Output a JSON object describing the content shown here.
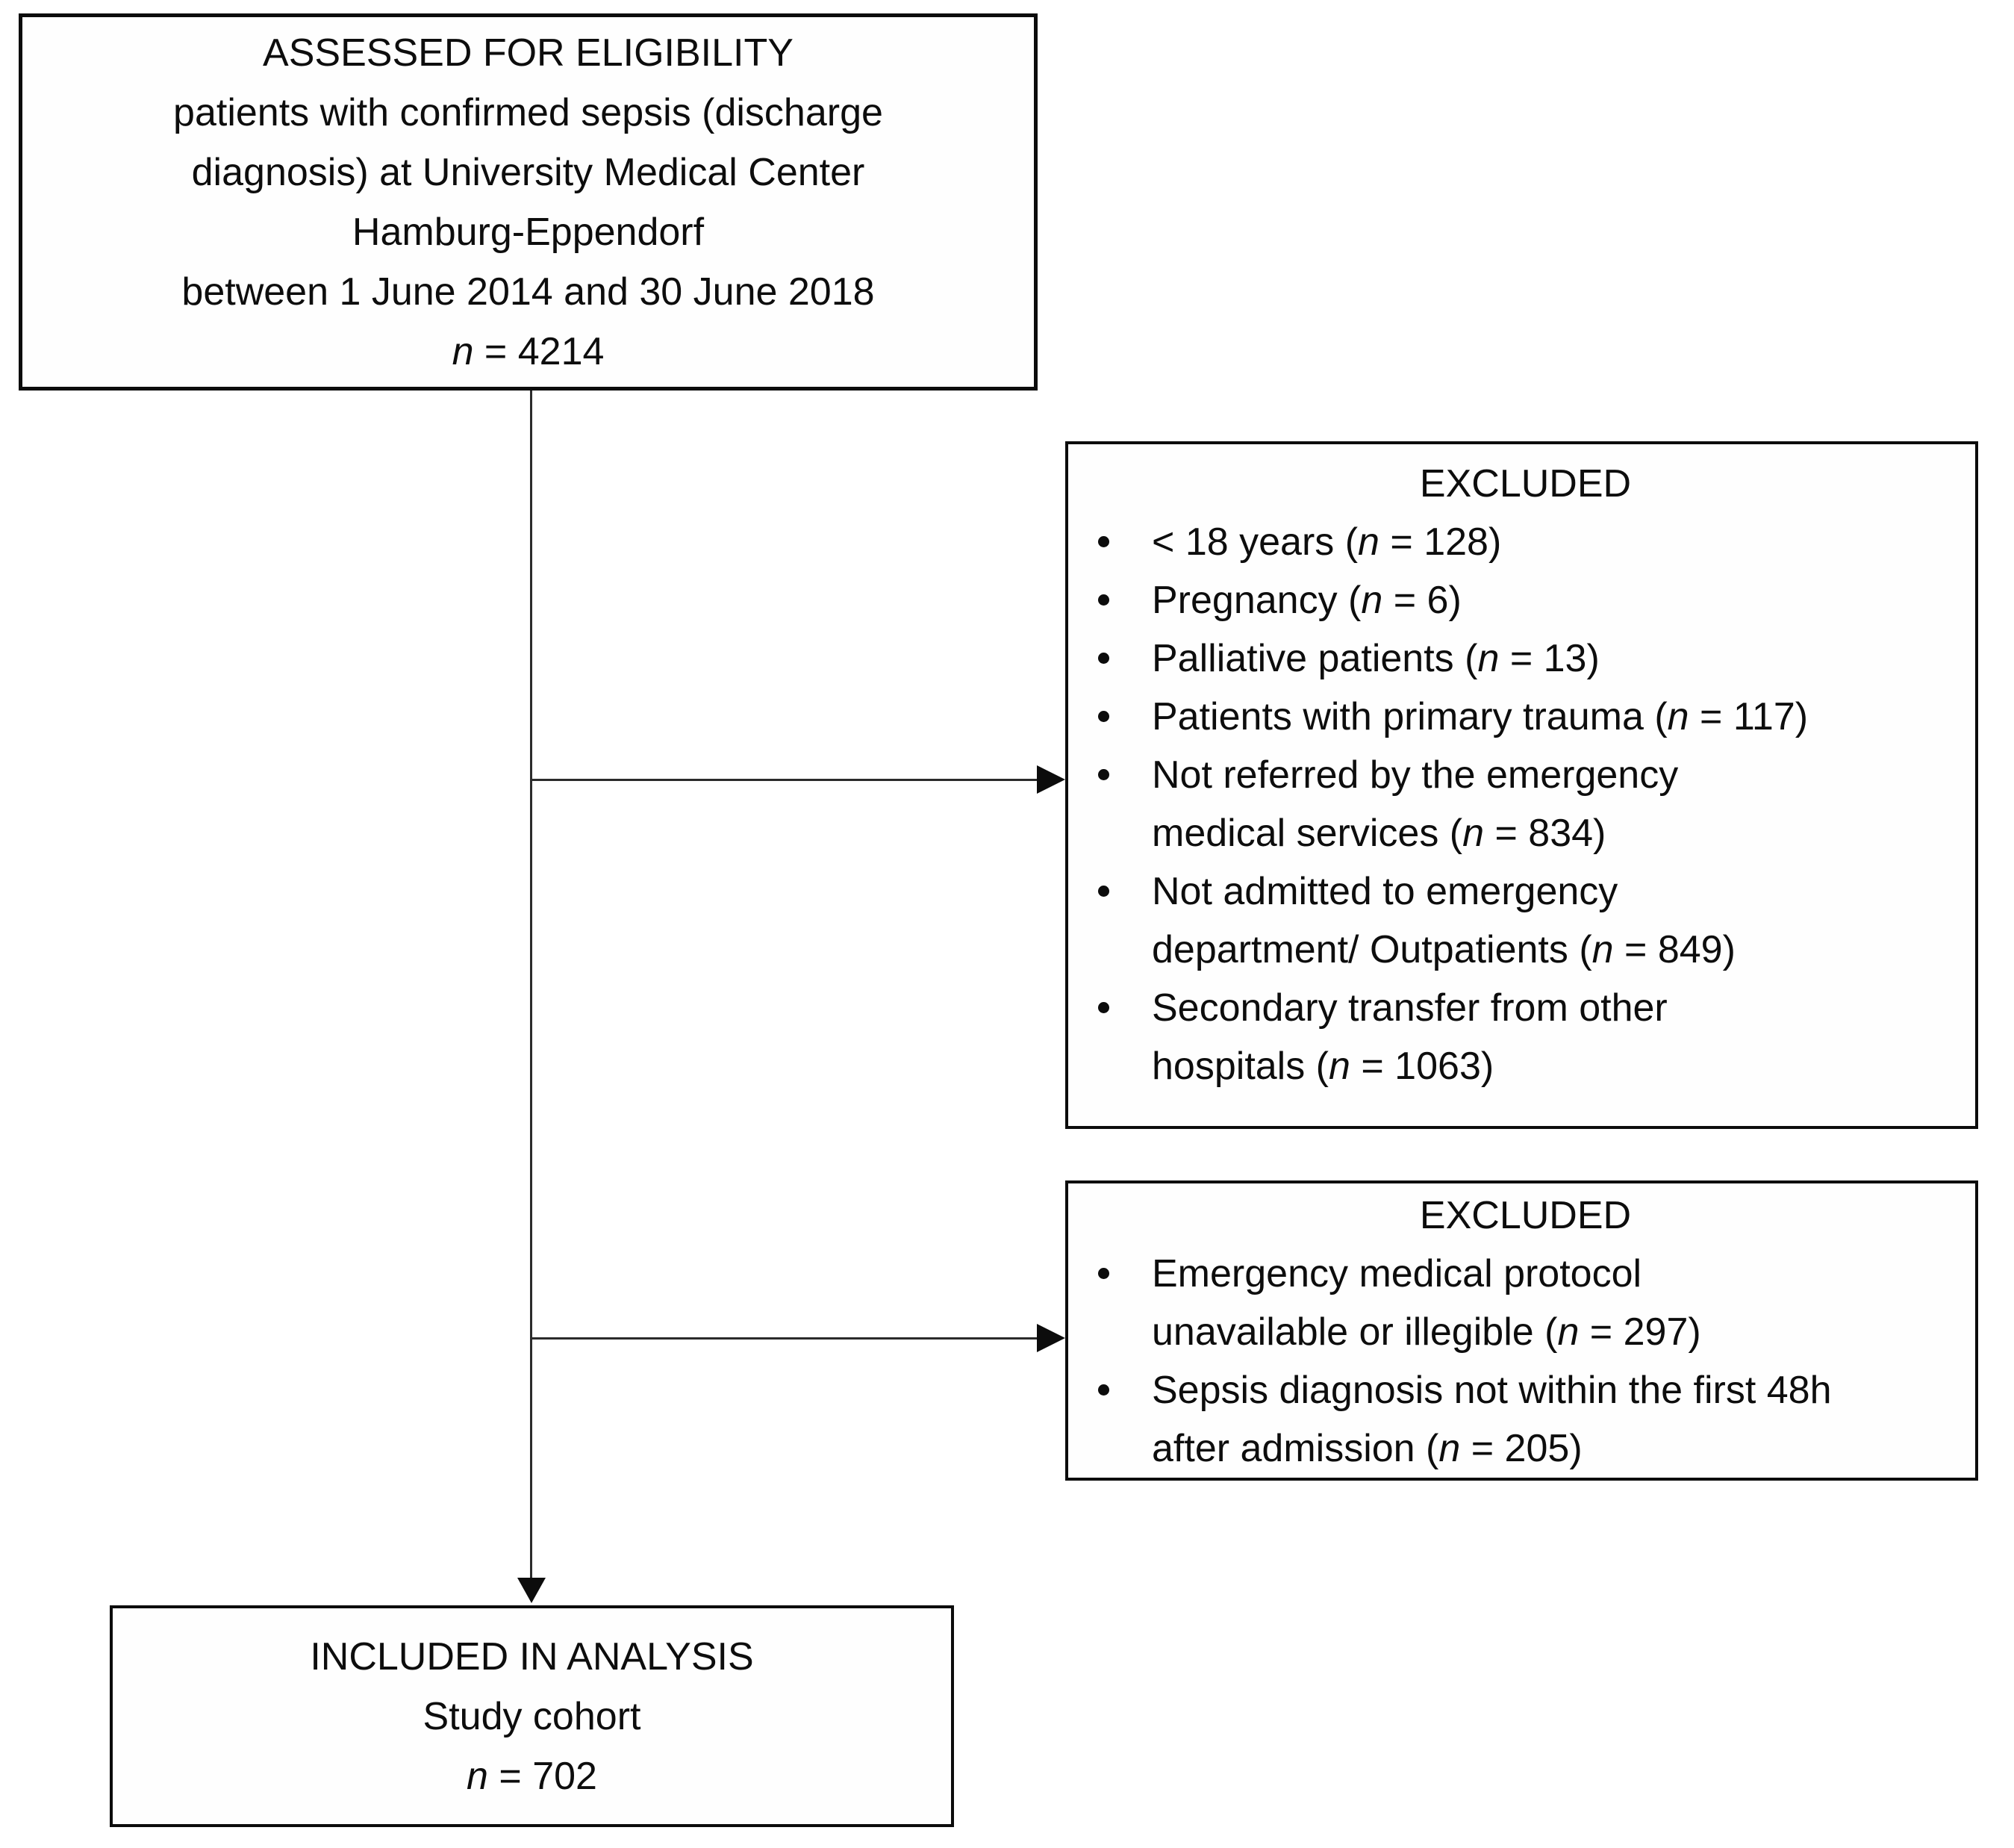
{
  "colors": {
    "border": "#000000",
    "background": "#ffffff",
    "text": "#000000"
  },
  "assessed": {
    "title": "ASSESSED FOR ELIGIBILITY",
    "line1": "patients with confirmed sepsis (discharge",
    "line2": "diagnosis) at University Medical Center",
    "line3": "Hamburg-Eppendorf",
    "line4": "between 1 June 2014 and 30 June 2018",
    "n": "n",
    "n_post": " = 4214"
  },
  "excluded1": {
    "title": "EXCLUDED",
    "items": [
      {
        "pre": "< 18 years (",
        "n": "n",
        "post": " = 128)"
      },
      {
        "pre": "Pregnancy (",
        "n": "n",
        "post": " = 6)"
      },
      {
        "pre": "Palliative patients (",
        "n": "n",
        "post": " = 13)"
      },
      {
        "pre": "Patients with primary trauma (",
        "n": "n",
        "post": " = 117)"
      },
      {
        "line1": "Not referred by the emergency",
        "pre": "medical services (",
        "n": "n",
        "post": " = 834)"
      },
      {
        "line1": "Not admitted to emergency",
        "pre": "department/ Outpatients (",
        "n": "n",
        "post": " = 849)"
      },
      {
        "line1": "Secondary transfer from other",
        "pre": "hospitals (",
        "n": "n",
        "post": " = 1063)"
      }
    ]
  },
  "excluded2": {
    "title": "EXCLUDED",
    "items": [
      {
        "line1": "Emergency medical protocol",
        "pre": "unavailable or illegible (",
        "n": "n",
        "post": " = 297)"
      },
      {
        "line1": "Sepsis diagnosis not within the first 48h",
        "pre": "after admission (",
        "n": "n",
        "post": " = 205)"
      }
    ]
  },
  "included": {
    "title": "INCLUDED IN ANALYSIS",
    "subtitle": "Study cohort",
    "n": "n",
    "n_post": " = 702"
  }
}
